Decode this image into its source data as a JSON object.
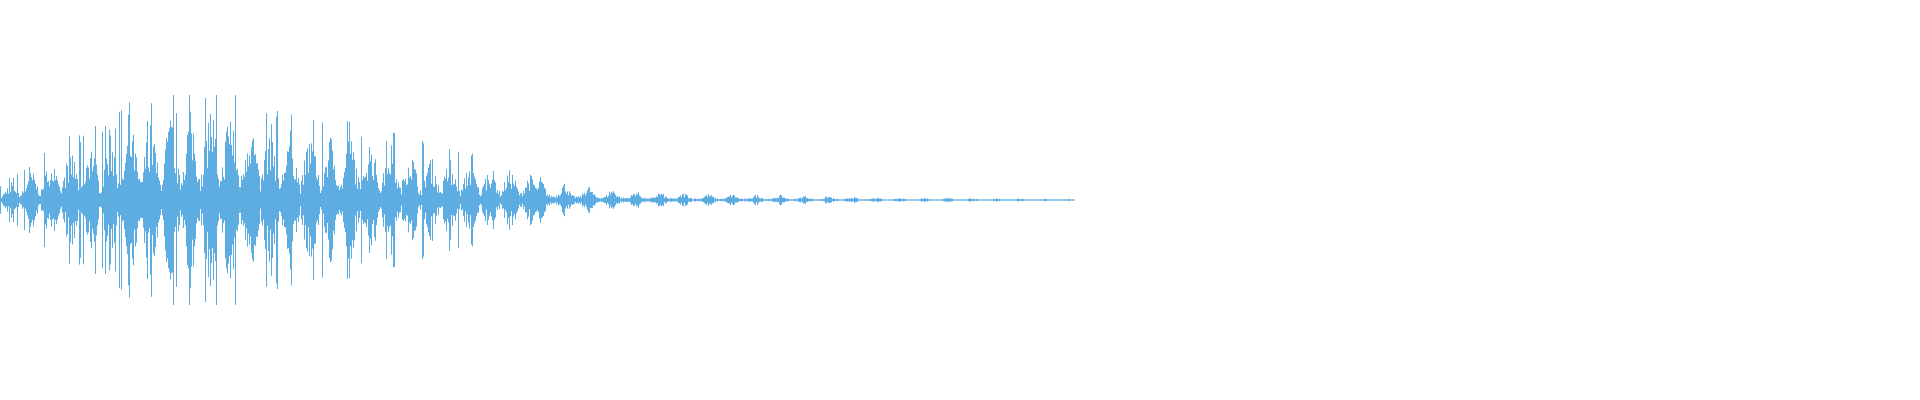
{
  "waveform": {
    "color": "#5dade2",
    "background": "#ffffff",
    "audio_fraction_of_width": 0.56,
    "amplitude_envelope": [
      {
        "t": 0.0,
        "a": 0.12
      },
      {
        "t": 0.04,
        "a": 0.35
      },
      {
        "t": 0.08,
        "a": 0.55
      },
      {
        "t": 0.12,
        "a": 0.72
      },
      {
        "t": 0.16,
        "a": 0.8
      },
      {
        "t": 0.2,
        "a": 0.95
      },
      {
        "t": 0.24,
        "a": 0.78
      },
      {
        "t": 0.28,
        "a": 0.65
      },
      {
        "t": 0.32,
        "a": 0.62
      },
      {
        "t": 0.36,
        "a": 0.55
      },
      {
        "t": 0.4,
        "a": 0.42
      },
      {
        "t": 0.44,
        "a": 0.35
      },
      {
        "t": 0.48,
        "a": 0.28
      },
      {
        "t": 0.52,
        "a": 0.18
      },
      {
        "t": 0.56,
        "a": 0.12
      },
      {
        "t": 0.6,
        "a": 0.08
      },
      {
        "t": 0.66,
        "a": 0.06
      },
      {
        "t": 0.72,
        "a": 0.05
      },
      {
        "t": 0.8,
        "a": 0.03
      },
      {
        "t": 0.88,
        "a": 0.02
      },
      {
        "t": 0.95,
        "a": 0.015
      },
      {
        "t": 1.0,
        "a": 0.01
      }
    ]
  }
}
